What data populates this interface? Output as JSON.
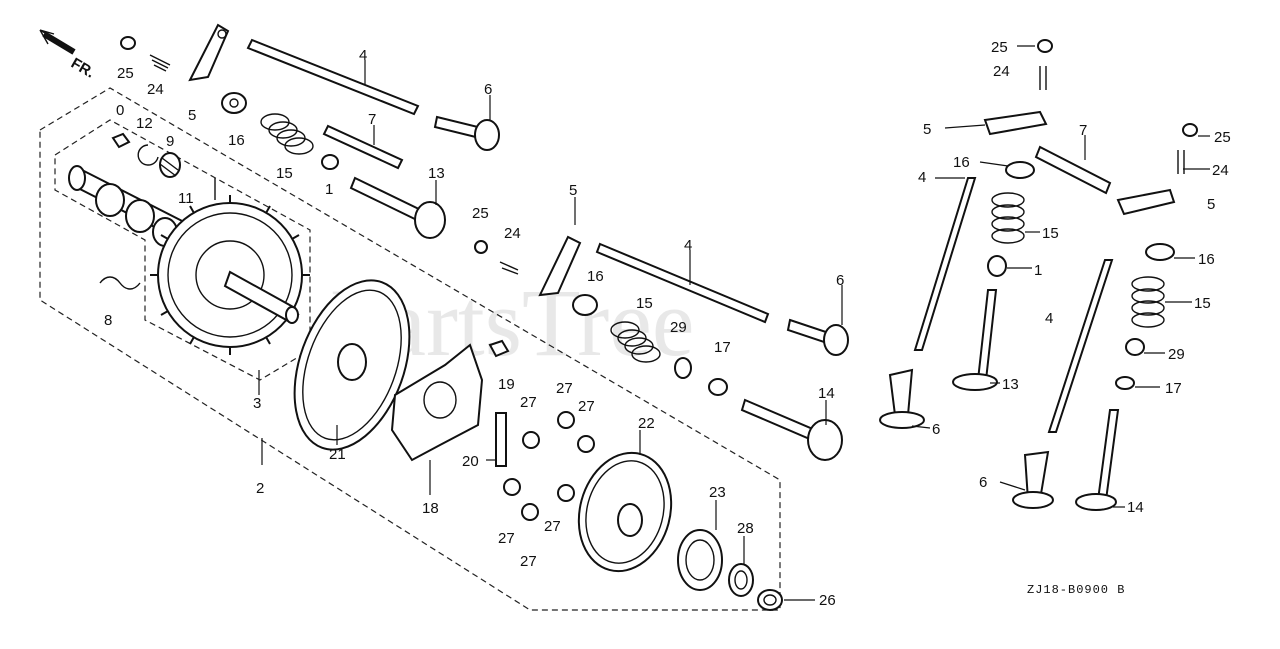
{
  "watermark": "PartsTree",
  "direction_label": "FR.",
  "diagram_code": "ZJ18-B0900 B",
  "callouts": [
    {
      "id": "c-0",
      "text": "0"
    },
    {
      "id": "c-1a",
      "text": "1"
    },
    {
      "id": "c-1b",
      "text": "1"
    },
    {
      "id": "c-2",
      "text": "2"
    },
    {
      "id": "c-3",
      "text": "3"
    },
    {
      "id": "c-4a",
      "text": "4"
    },
    {
      "id": "c-4b",
      "text": "4"
    },
    {
      "id": "c-4c",
      "text": "4"
    },
    {
      "id": "c-4d",
      "text": "4"
    },
    {
      "id": "c-5a",
      "text": "5"
    },
    {
      "id": "c-5b",
      "text": "5"
    },
    {
      "id": "c-5c",
      "text": "5"
    },
    {
      "id": "c-5d",
      "text": "5"
    },
    {
      "id": "c-6a",
      "text": "6"
    },
    {
      "id": "c-6b",
      "text": "6"
    },
    {
      "id": "c-6c",
      "text": "6"
    },
    {
      "id": "c-6d",
      "text": "6"
    },
    {
      "id": "c-7a",
      "text": "7"
    },
    {
      "id": "c-7b",
      "text": "7"
    },
    {
      "id": "c-8",
      "text": "8"
    },
    {
      "id": "c-9",
      "text": "9"
    },
    {
      "id": "c-11",
      "text": "11"
    },
    {
      "id": "c-12",
      "text": "12"
    },
    {
      "id": "c-13a",
      "text": "13"
    },
    {
      "id": "c-13b",
      "text": "13"
    },
    {
      "id": "c-14a",
      "text": "14"
    },
    {
      "id": "c-14b",
      "text": "14"
    },
    {
      "id": "c-15a",
      "text": "15"
    },
    {
      "id": "c-15b",
      "text": "15"
    },
    {
      "id": "c-15c",
      "text": "15"
    },
    {
      "id": "c-15d",
      "text": "15"
    },
    {
      "id": "c-16a",
      "text": "16"
    },
    {
      "id": "c-16b",
      "text": "16"
    },
    {
      "id": "c-16c",
      "text": "16"
    },
    {
      "id": "c-16d",
      "text": "16"
    },
    {
      "id": "c-17a",
      "text": "17"
    },
    {
      "id": "c-17b",
      "text": "17"
    },
    {
      "id": "c-18",
      "text": "18"
    },
    {
      "id": "c-19",
      "text": "19"
    },
    {
      "id": "c-20",
      "text": "20"
    },
    {
      "id": "c-21",
      "text": "21"
    },
    {
      "id": "c-22",
      "text": "22"
    },
    {
      "id": "c-23",
      "text": "23"
    },
    {
      "id": "c-24a",
      "text": "24"
    },
    {
      "id": "c-24b",
      "text": "24"
    },
    {
      "id": "c-24c",
      "text": "24"
    },
    {
      "id": "c-24d",
      "text": "24"
    },
    {
      "id": "c-25a",
      "text": "25"
    },
    {
      "id": "c-25b",
      "text": "25"
    },
    {
      "id": "c-25c",
      "text": "25"
    },
    {
      "id": "c-25d",
      "text": "25"
    },
    {
      "id": "c-26",
      "text": "26"
    },
    {
      "id": "c-27a",
      "text": "27"
    },
    {
      "id": "c-27b",
      "text": "27"
    },
    {
      "id": "c-27c",
      "text": "27"
    },
    {
      "id": "c-27d",
      "text": "27"
    },
    {
      "id": "c-27e",
      "text": "27"
    },
    {
      "id": "c-27f",
      "text": "27"
    },
    {
      "id": "c-28",
      "text": "28"
    },
    {
      "id": "c-29a",
      "text": "29"
    },
    {
      "id": "c-29b",
      "text": "29"
    }
  ]
}
